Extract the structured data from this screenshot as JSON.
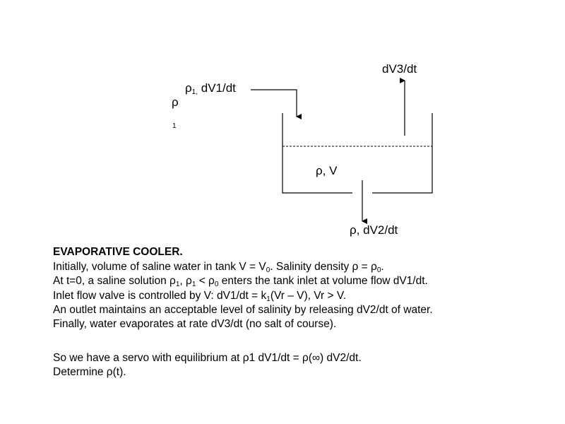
{
  "diagram": {
    "rho1_left": "ρ",
    "rho1_left_sub": "1",
    "inlet_label": {
      "rho": "ρ",
      "sub": "1,",
      "rest": " dV1/dt"
    },
    "evap_label": "dV3/dt",
    "tank_label": "ρ, V",
    "outlet_label": "ρ, dV2/dt"
  },
  "text": {
    "title": "EVAPORATIVE COOLER.",
    "line1": [
      "Initially, volume of saline water in tank V = V",
      "0",
      ".  Salinity density ρ = ρ",
      "0",
      "."
    ],
    "line2": [
      "At t=0, a saline solution ρ",
      "1",
      ", ρ",
      "1",
      " < ρ",
      "0",
      " enters the tank inlet at volume flow dV1/dt."
    ],
    "line3": [
      "Inlet flow valve is controlled by V: dV1/dt = k",
      "1",
      "(Vr – V), Vr  > V."
    ],
    "line4": "An outlet maintains an acceptable level of salinity by releasing dV2/dt of water.",
    "line5": "Finally, water evaporates at rate dV3/dt (no salt of course).",
    "line6": "So we have a servo with equilibrium at ρ1 dV1/dt = ρ(∞) dV2/dt.",
    "line7": "Determine ρ(t)."
  }
}
